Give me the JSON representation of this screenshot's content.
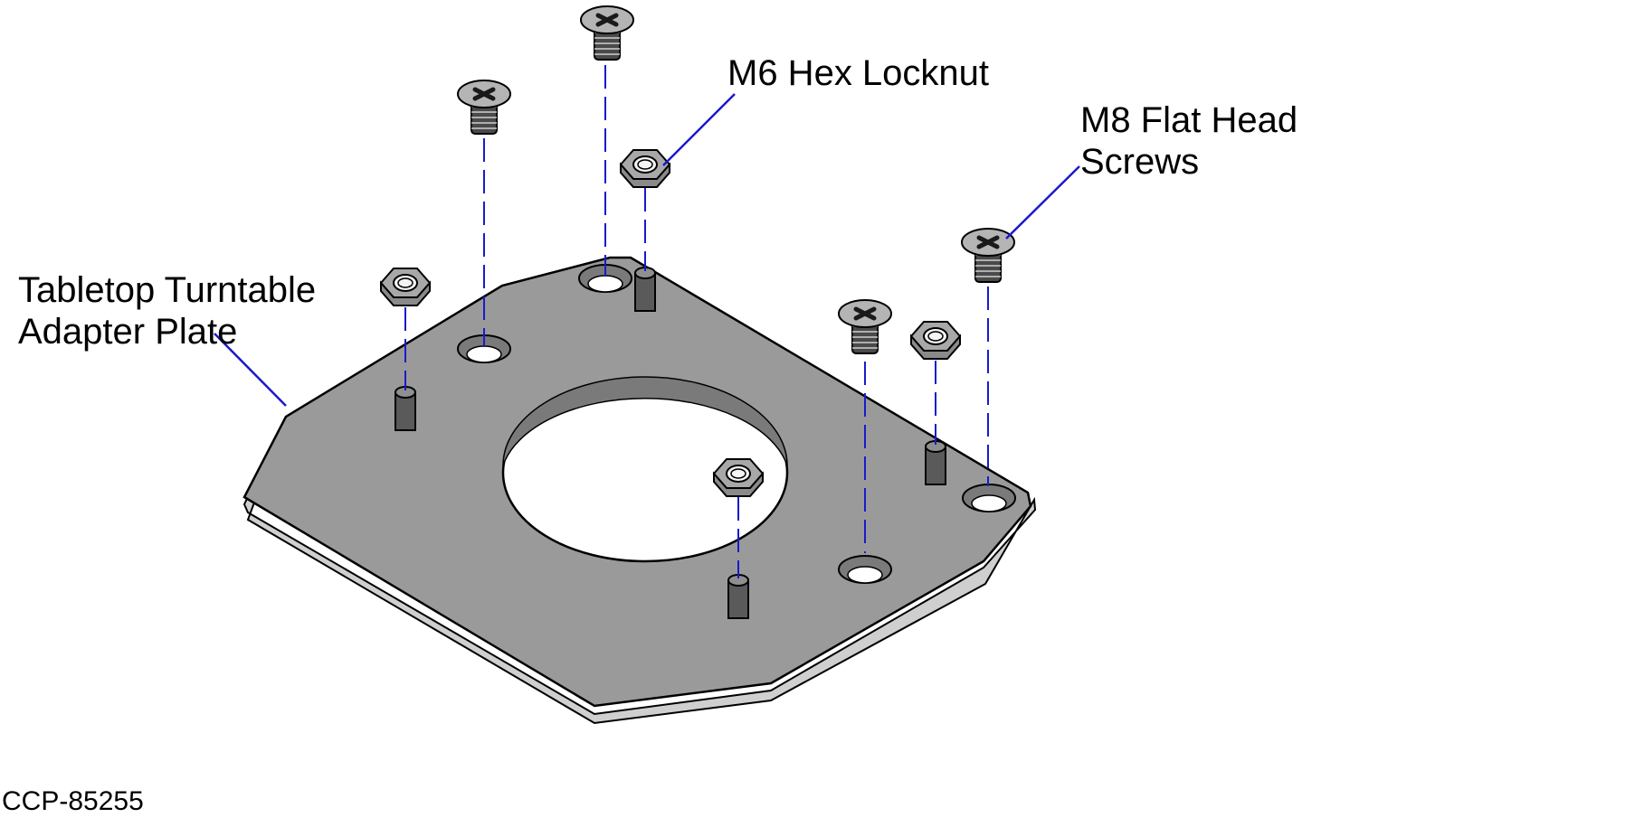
{
  "callouts": {
    "adapter_plate": {
      "line1": "Tabletop Turntable",
      "line2": "Adapter Plate"
    },
    "hex_locknut": {
      "line1": "M6 Hex Locknut"
    },
    "flat_head_screws": {
      "line1": "M8 Flat Head",
      "line2": "Screws"
    }
  },
  "document_id": "CCP-85255",
  "colors": {
    "plate_fill": "#9a9a9a",
    "plate_edge": "#c8c8c8",
    "leader_line": "#1a1acc",
    "outline": "#000000"
  }
}
